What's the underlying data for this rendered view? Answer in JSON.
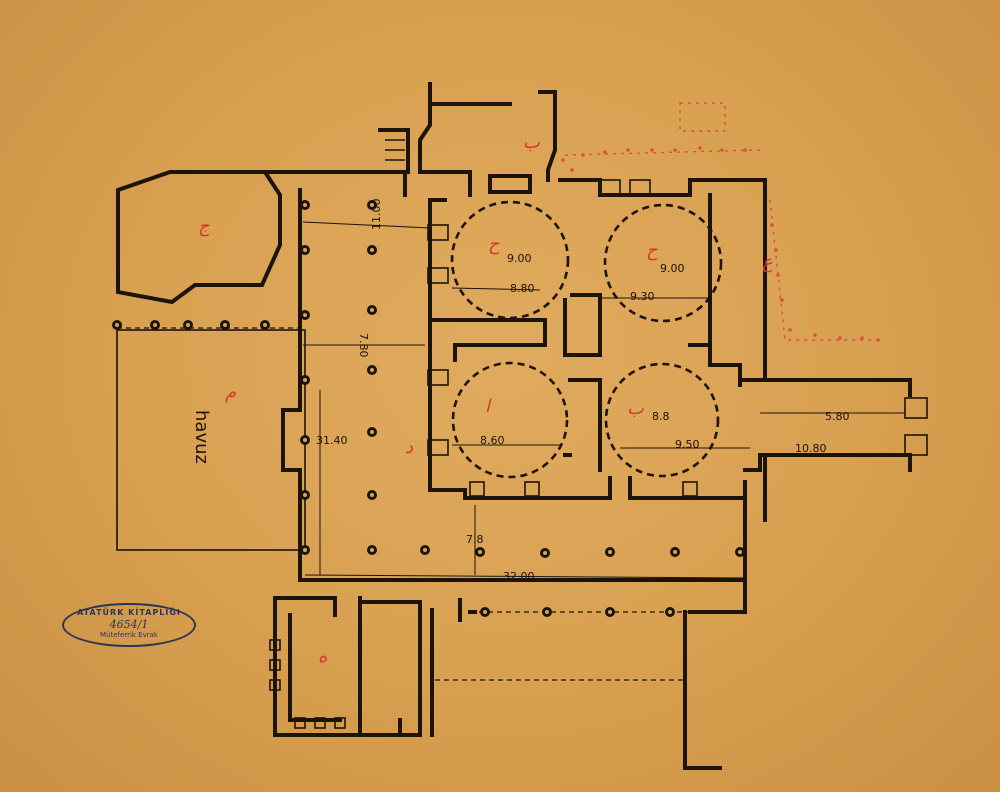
{
  "drawing": {
    "pool_label": "havuz",
    "dimensions": [
      "11.00",
      "7.80",
      "31.40",
      "9.00",
      "8.80",
      "9.00",
      "9.30",
      "8.60",
      "8.8",
      "9.50",
      "5.80",
      "10.80",
      "7.8",
      "32.00"
    ],
    "red_marks": [
      "ج",
      "م",
      "ب",
      "ح",
      "ا",
      "ب",
      "ح",
      "ع",
      "ه",
      "د"
    ]
  },
  "stamp": {
    "line1": "ATATÜRK KİTAPLIĞI",
    "line2": "4654/1",
    "line3": "Müteferrik Evrak"
  },
  "colors": {
    "paper": "#d89f50",
    "ink": "#1c1309",
    "red_ink": "#d4392c",
    "stamp_ink": "#2a3658"
  }
}
